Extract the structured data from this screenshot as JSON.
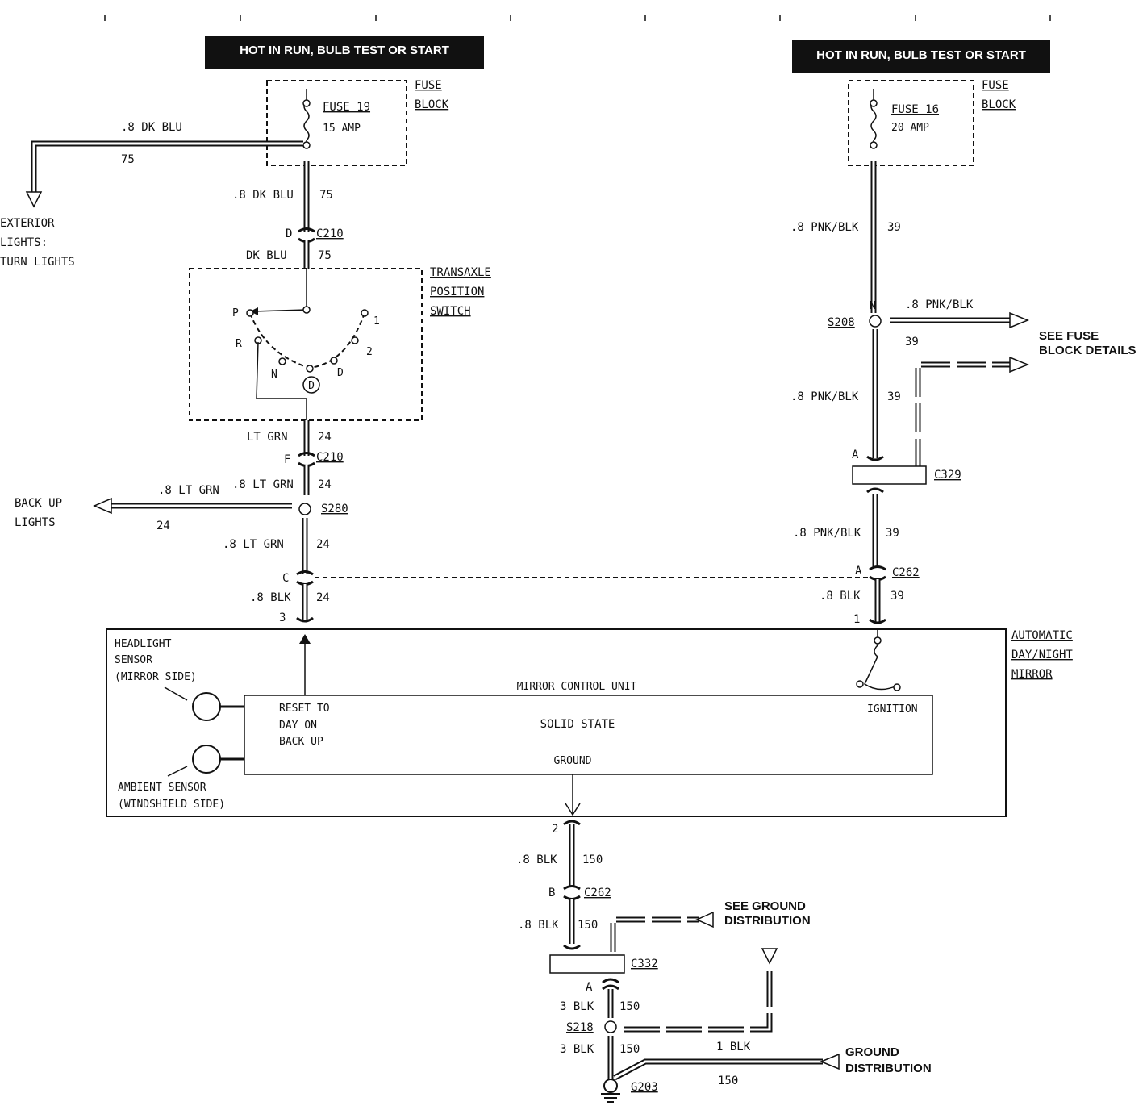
{
  "headers": {
    "left": "HOT IN RUN, BULB TEST OR START",
    "right": "HOT IN RUN, BULB TEST OR START"
  },
  "fuses": {
    "left": {
      "name": "FUSE 19",
      "rating": "15 AMP",
      "block_label_1": "FUSE",
      "block_label_2": "BLOCK"
    },
    "right": {
      "name": "FUSE 16",
      "rating": "20 AMP",
      "block_label_1": "FUSE",
      "block_label_2": "BLOCK"
    }
  },
  "wires": {
    "w1": ".8 DK BLU",
    "w1n": "75",
    "w2": ".8 DK BLU",
    "w2n": "75",
    "w3": "DK BLU",
    "w3n": "75",
    "w4": "LT GRN",
    "w4n": "24",
    "w5": ".8 LT GRN",
    "w5n": "24",
    "w6": ".8 LT GRN",
    "w6n": "24",
    "w7": ".8 LT GRN",
    "w7n": "24",
    "w8": ".8 BLK",
    "w8n": "24",
    "r1": ".8 PNK/BLK",
    "r1n": "39",
    "r2": ".8 PNK/BLK",
    "r2n": "39",
    "r3": ".8 PNK/BLK",
    "r3n": "39",
    "r4": ".8 PNK/BLK",
    "r4n": "39",
    "r5": ".8 BLK",
    "r5n": "39",
    "b1": ".8 BLK",
    "b1n": "150",
    "b2": ".8 BLK",
    "b2n": "150",
    "b3": "3 BLK",
    "b3n": "150",
    "b4": "3 BLK",
    "b4n": "150",
    "b5": "1 BLK",
    "b6n": "150"
  },
  "connectors": {
    "c210": "C210",
    "c210_pin_d": "D",
    "c210_pin_f": "F",
    "c262": "C262",
    "c262_pin_c": "C",
    "c262_pin_a": "A",
    "c262_pin_b": "B",
    "c329": "C329",
    "c329_pin": "A",
    "c332": "C332",
    "c332_pin": "A",
    "s280": "S280",
    "s208": "S208",
    "s218": "S218",
    "g203": "G203",
    "pin3": "3",
    "pin1": "1",
    "pin2": "2",
    "n_label": "N"
  },
  "transaxle": {
    "label_1": "TRANSAXLE",
    "label_2": "POSITION",
    "label_3": "SWITCH",
    "positions": [
      "P",
      "R",
      "N",
      "D",
      "2",
      "1"
    ],
    "center": "D"
  },
  "mirror": {
    "label_1": "AUTOMATIC",
    "label_2": "DAY/NIGHT",
    "label_3": "MIRROR",
    "control_unit": "MIRROR CONTROL UNIT",
    "solid_state": "SOLID STATE",
    "ground": "GROUND",
    "ignition": "IGNITION",
    "reset_1": "RESET TO",
    "reset_2": "DAY ON",
    "reset_3": "BACK UP",
    "headlight_1": "HEADLIGHT",
    "headlight_2": "SENSOR",
    "headlight_3": "(MIRROR SIDE)",
    "ambient_1": "AMBIENT SENSOR",
    "ambient_2": "(WINDSHIELD SIDE)"
  },
  "refs": {
    "exterior_1": "EXTERIOR",
    "exterior_2": "LIGHTS:",
    "exterior_3": "TURN LIGHTS",
    "backup_1": "BACK UP",
    "backup_2": "LIGHTS",
    "fuse_details_1": "SEE FUSE",
    "fuse_details_2": "BLOCK DETAILS",
    "ground_dist_1": "SEE GROUND",
    "ground_dist_2": "DISTRIBUTION",
    "gd_1": "GROUND",
    "gd_2": "DISTRIBUTION"
  }
}
